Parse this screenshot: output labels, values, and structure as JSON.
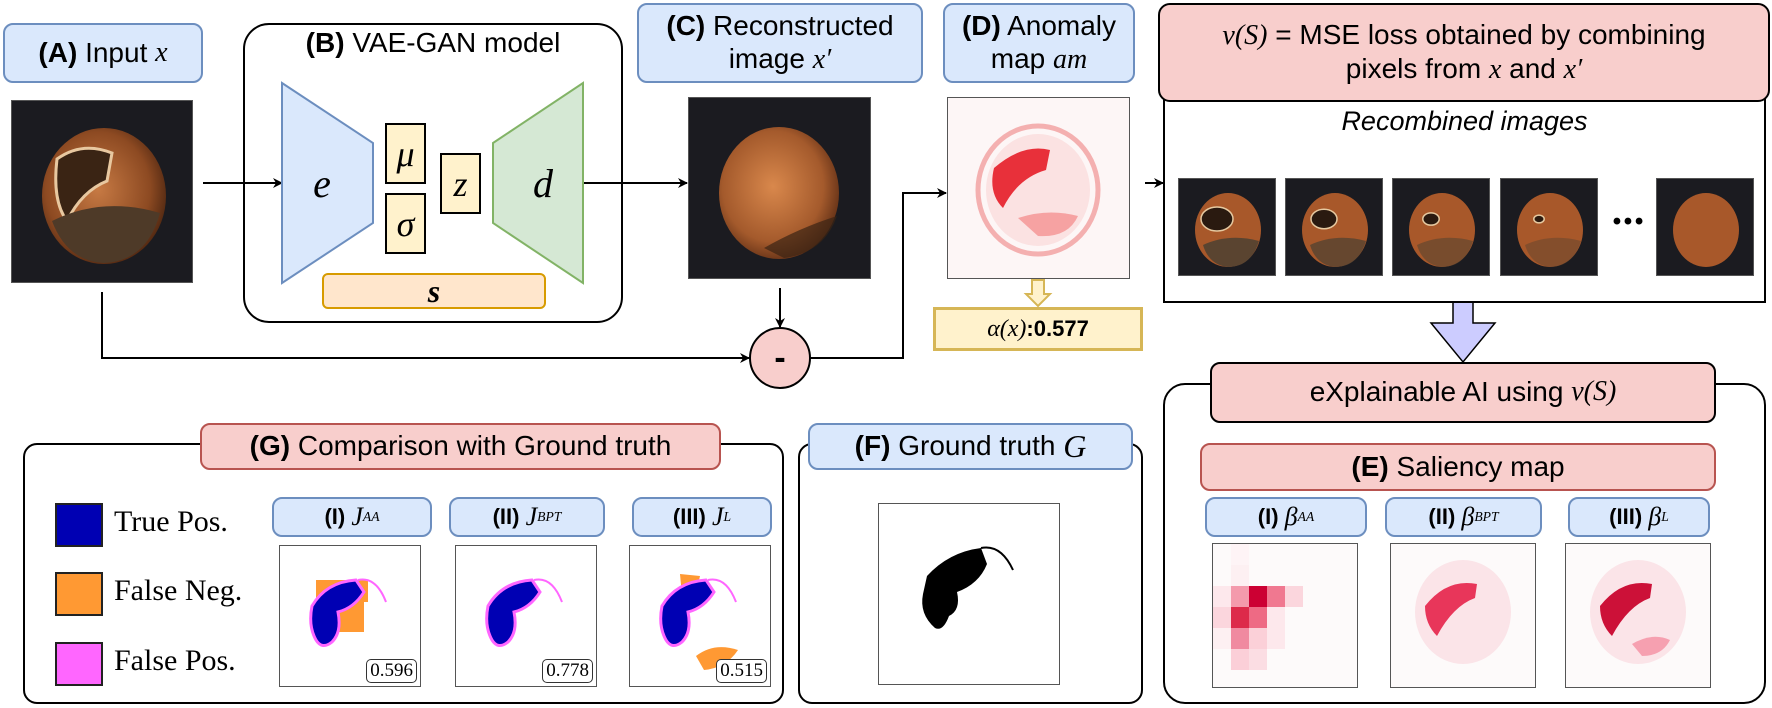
{
  "colors": {
    "blue_fill": "#dae8fc",
    "blue_stroke": "#6c8ebf",
    "red_fill": "#f8cecc",
    "red_stroke": "#b85450",
    "yellow_fill": "#fff2cc",
    "yellow_stroke": "#d6b656",
    "orange_fill": "#ffe6cc",
    "orange_stroke": "#d79b00",
    "green_fill": "#d5e8d4",
    "green_stroke": "#82b366",
    "arrow_lilac": "#ccccff",
    "true_pos": "#0000b3",
    "false_neg": "#ff9933",
    "false_pos": "#ff66ff"
  },
  "panel_a": {
    "tag": "(A)",
    "text": "Input",
    "math": "x",
    "image": "hazelnut-input"
  },
  "panel_b": {
    "tag": "(B)",
    "text": "VAE-GAN model",
    "encoder": "e",
    "mu": "μ",
    "sigma": "σ",
    "latent": "z",
    "decoder": "d",
    "s_label": "s"
  },
  "panel_c": {
    "tag": "(C)",
    "text_line1": "Reconstructed",
    "text_line2": "image",
    "math": "x′",
    "image": "hazelnut-reconstructed"
  },
  "panel_d": {
    "tag": "(D)",
    "text_line1": "Anomaly",
    "text_line2": "map",
    "math": "am",
    "image": "anomaly-map"
  },
  "minus_operator": "-",
  "alpha": {
    "math": "α(x)",
    "value": ":0.577"
  },
  "mse_box": {
    "math": "ν(S)",
    "text_line1": " = MSE loss obtained by combining",
    "text_line2_pre": "pixels from ",
    "x": "x",
    "and": " and ",
    "x_prime": "x′"
  },
  "recombined": {
    "title": "Recombined images",
    "thumbnails": [
      "recombined-1",
      "recombined-2",
      "recombined-3",
      "recombined-4",
      "recombined-last"
    ],
    "ellipsis": "• • •"
  },
  "xai": {
    "text": "eXplainable AI using ",
    "math": "ν(S)"
  },
  "panel_e": {
    "tag": "(E)",
    "text": "Saliency map",
    "maps": [
      {
        "tag": "(I)",
        "sym": "β",
        "sub": "AA"
      },
      {
        "tag": "(II)",
        "sym": "β",
        "sub": "BPT"
      },
      {
        "tag": "(III)",
        "sym": "β",
        "sub": "L"
      }
    ]
  },
  "panel_f": {
    "tag": "(F)",
    "text": "Ground truth",
    "math": "G"
  },
  "panel_g": {
    "tag": "(G)",
    "text": "Comparison with Ground truth",
    "legend": [
      {
        "label": "True Pos.",
        "color": "#0000b3"
      },
      {
        "label": "False Neg.",
        "color": "#ff9933"
      },
      {
        "label": "False Pos.",
        "color": "#ff66ff"
      }
    ],
    "comparisons": [
      {
        "tag": "(I)",
        "sym": "J",
        "sub": "AA",
        "score": "0.596"
      },
      {
        "tag": "(II)",
        "sym": "J",
        "sub": "BPT",
        "score": "0.778"
      },
      {
        "tag": "(III)",
        "sym": "J",
        "sub": "L",
        "score": "0.515"
      }
    ]
  }
}
